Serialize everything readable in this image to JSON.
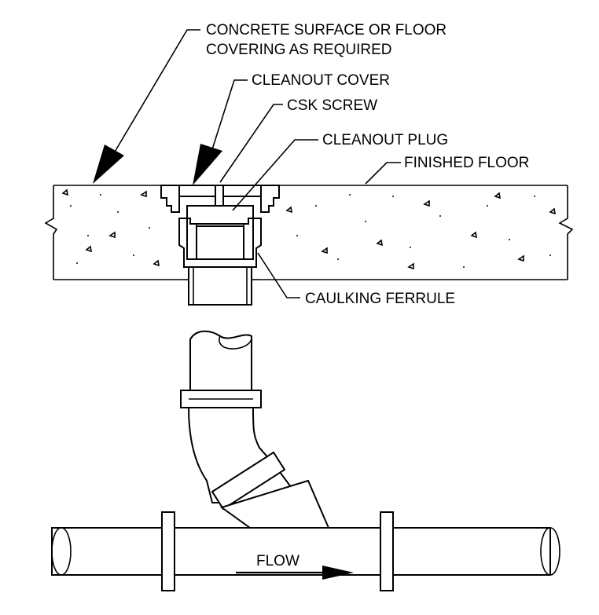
{
  "labels": {
    "concrete_line1": "CONCRETE SURFACE OR FLOOR",
    "concrete_line2": "COVERING AS REQUIRED",
    "cleanout_cover": "CLEANOUT COVER",
    "csk_screw": "CSK SCREW",
    "cleanout_plug": "CLEANOUT PLUG",
    "finished_floor": "FINISHED FLOOR",
    "caulking_ferrule": "CAULKING FERRULE",
    "flow": "FLOW"
  }
}
